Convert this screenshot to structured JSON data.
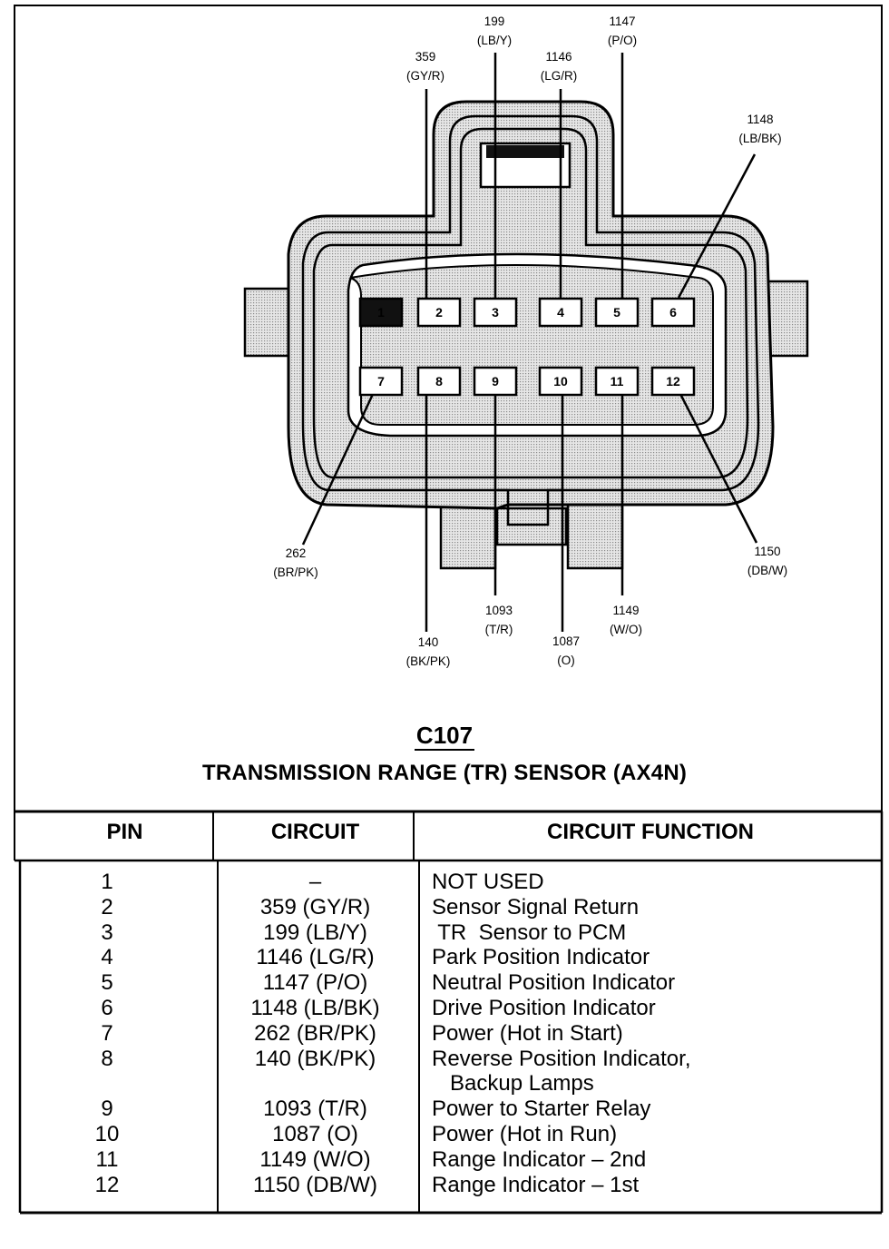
{
  "connector": {
    "code": "C107",
    "title": "TRANSMISSION RANGE (TR) SENSOR (AX4N)",
    "pins_top": [
      "1",
      "2",
      "3",
      "4",
      "5",
      "6"
    ],
    "pins_bottom": [
      "7",
      "8",
      "9",
      "10",
      "11",
      "12"
    ],
    "callouts_top": [
      {
        "num": "359",
        "color": "(GY/R)"
      },
      {
        "num": "199",
        "color": "(LB/Y)"
      },
      {
        "num": "1146",
        "color": "(LG/R)"
      },
      {
        "num": "1147",
        "color": "(P/O)"
      },
      {
        "num": "1148",
        "color": "(LB/BK)"
      }
    ],
    "callouts_bottom": [
      {
        "num": "262",
        "color": "(BR/PK)"
      },
      {
        "num": "140",
        "color": "(BK/PK)"
      },
      {
        "num": "1093",
        "color": "(T/R)"
      },
      {
        "num": "1087",
        "color": "(O)"
      },
      {
        "num": "1149",
        "color": "(W/O)"
      },
      {
        "num": "1150",
        "color": "(DB/W)"
      }
    ]
  },
  "table": {
    "headers": {
      "pin": "PIN",
      "circuit": "CIRCUIT",
      "function": "CIRCUIT FUNCTION"
    },
    "rows": [
      {
        "pin": "1",
        "circuit": "–",
        "function": "NOT USED"
      },
      {
        "pin": "2",
        "circuit": "359 (GY/R)",
        "function": "Sensor Signal Return"
      },
      {
        "pin": "3",
        "circuit": "199 (LB/Y)",
        "function": " TR  Sensor to PCM"
      },
      {
        "pin": "4",
        "circuit": "1146 (LG/R)",
        "function": "Park Position Indicator"
      },
      {
        "pin": "5",
        "circuit": "1147 (P/O)",
        "function": "Neutral Position Indicator"
      },
      {
        "pin": "6",
        "circuit": "1148 (LB/BK)",
        "function": "Drive Position Indicator"
      },
      {
        "pin": "7",
        "circuit": "262 (BR/PK)",
        "function": "Power (Hot in Start)"
      },
      {
        "pin": "8",
        "circuit": "140 (BK/PK)",
        "function": "Reverse Position Indicator,"
      },
      {
        "pin": "",
        "circuit": "",
        "function": "   Backup Lamps"
      },
      {
        "pin": "9",
        "circuit": "1093 (T/R)",
        "function": "Power to Starter Relay"
      },
      {
        "pin": "10",
        "circuit": "1087 (O)",
        "function": "Power (Hot in Run)"
      },
      {
        "pin": "11",
        "circuit": "1149 (W/O)",
        "function": "Range Indicator – 2nd"
      },
      {
        "pin": "12",
        "circuit": "1150 (DB/W)",
        "function": "Range Indicator – 1st"
      }
    ]
  }
}
